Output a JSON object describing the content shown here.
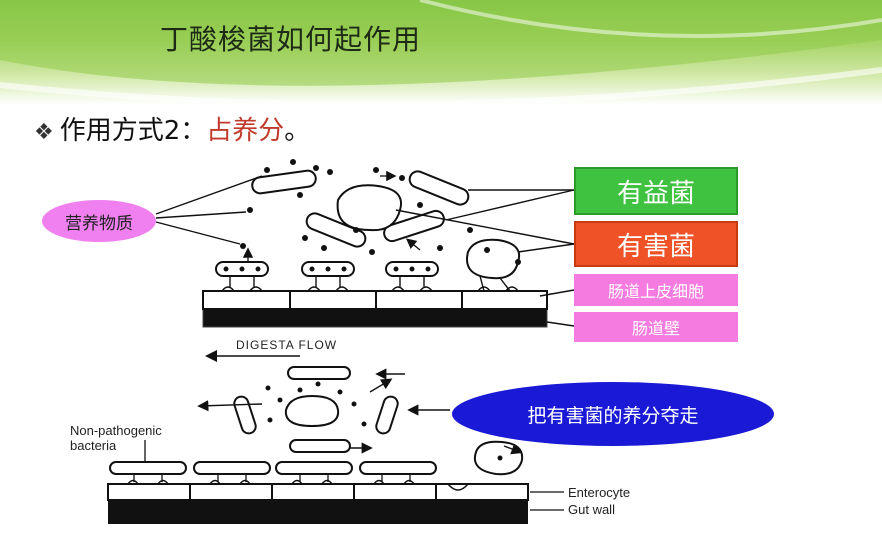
{
  "slide": {
    "title": "丁酸梭菌如何起作用",
    "subtitle_bullet": "❖",
    "subtitle_prefix": "作用方式2：",
    "subtitle_highlight": "占养分",
    "subtitle_suffix": "。"
  },
  "labels": {
    "nutrients": "营养物质",
    "beneficial_bacteria": "有益菌",
    "harmful_bacteria": "有害菌",
    "intestinal_epithelium": "肠道上皮细胞",
    "intestinal_wall": "肠道壁",
    "callout": "把有害菌的养分夺走",
    "digesta_flow": "DIGESTA FLOW",
    "non_pathogenic_line1": "Non-pathogenic",
    "non_pathogenic_line2": "bacteria",
    "enterocyte": "Enterocyte",
    "gut_wall": "Gut wall"
  },
  "colors": {
    "banner_green": "#7dc243",
    "beneficial_green": "#3fc23f",
    "harmful_red": "#f05228",
    "label_pink": "#f57be0",
    "callout_blue": "#1a1ad6",
    "highlight_red": "#c0392b"
  }
}
